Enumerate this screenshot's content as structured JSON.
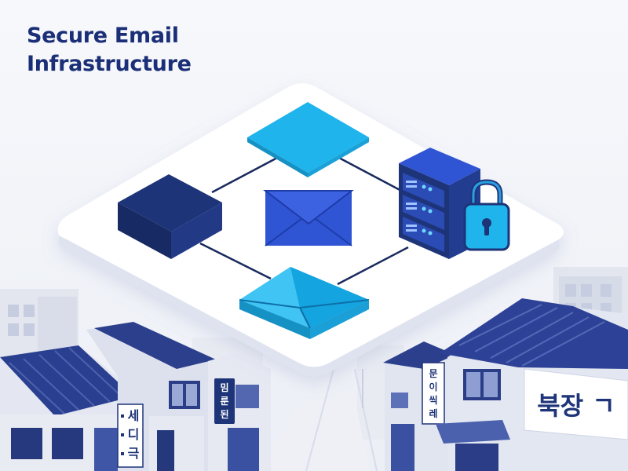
{
  "title": {
    "line1": "Secure Email",
    "line2": "Infrastructure"
  },
  "signs": {
    "left_vertical": [
      "세",
      "디",
      "극"
    ],
    "left_banner": [
      "밈",
      "룬",
      "된"
    ],
    "right_vertical": [
      "문",
      "이",
      "씩",
      "레"
    ],
    "right_large": "북장 ㄱ"
  },
  "icons": {
    "node_top": "diamond-node-icon",
    "node_left": "cube-node-icon",
    "node_center": "envelope-icon",
    "node_right": "server-rack-icon",
    "lock": "padlock-icon",
    "node_bottom": "open-envelope-icon"
  },
  "colors": {
    "title": "#1b2f78",
    "navy": "#1e3478",
    "royal": "#2f55d4",
    "sky": "#1fb4ec",
    "platform": "#ffffff",
    "roof": "#283d8a",
    "building": "#dfe3f0"
  }
}
